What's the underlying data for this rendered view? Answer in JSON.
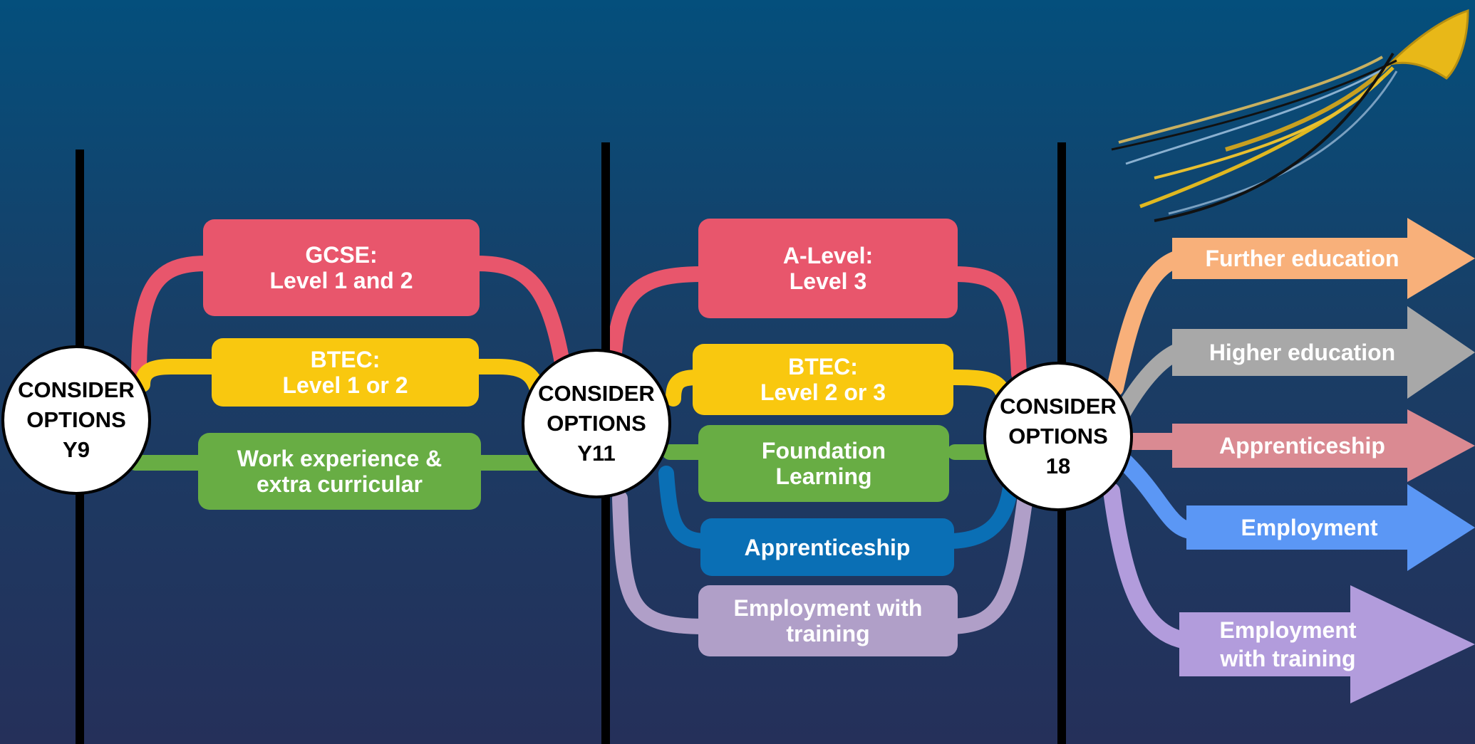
{
  "colors": {
    "red": "#e8566c",
    "yellow": "#f9c80f",
    "green": "#68ad44",
    "blue": "#0a6fb5",
    "lilac": "#b09fc8",
    "orange": "#f8b07a",
    "grey": "#a8a8a8",
    "pink": "#da8a92",
    "lightblue": "#5b97f5",
    "purple": "#b29cdc"
  },
  "stages": [
    {
      "line1": "CONSIDER",
      "line2": "OPTIONS",
      "line3": "Y9"
    },
    {
      "line1": "CONSIDER",
      "line2": "OPTIONS",
      "line3": "Y11"
    },
    {
      "line1": "CONSIDER",
      "line2": "OPTIONS",
      "line3": "18"
    }
  ],
  "y9_options": [
    {
      "line1": "GCSE:",
      "line2": "Level 1 and 2",
      "color": "red"
    },
    {
      "line1": "BTEC:",
      "line2": "Level 1 or 2",
      "color": "yellow"
    },
    {
      "line1": "Work experience &",
      "line2": "extra curricular",
      "color": "green"
    }
  ],
  "y11_options": [
    {
      "line1": "A-Level:",
      "line2": "Level 3",
      "color": "red"
    },
    {
      "line1": "BTEC:",
      "line2": "Level 2 or 3",
      "color": "yellow"
    },
    {
      "line1": "Foundation",
      "line2": "Learning",
      "color": "green"
    },
    {
      "line1": "Apprenticeship",
      "color": "blue"
    },
    {
      "line1": "Employment with",
      "line2": "training",
      "color": "lilac"
    }
  ],
  "outcomes": [
    {
      "line1": "Further education",
      "color": "orange"
    },
    {
      "line1": "Higher education",
      "color": "grey"
    },
    {
      "line1": "Apprenticeship",
      "color": "pink"
    },
    {
      "line1": "Employment",
      "color": "lightblue"
    },
    {
      "line1": "Employment",
      "line2": "with training",
      "color": "purple"
    }
  ]
}
